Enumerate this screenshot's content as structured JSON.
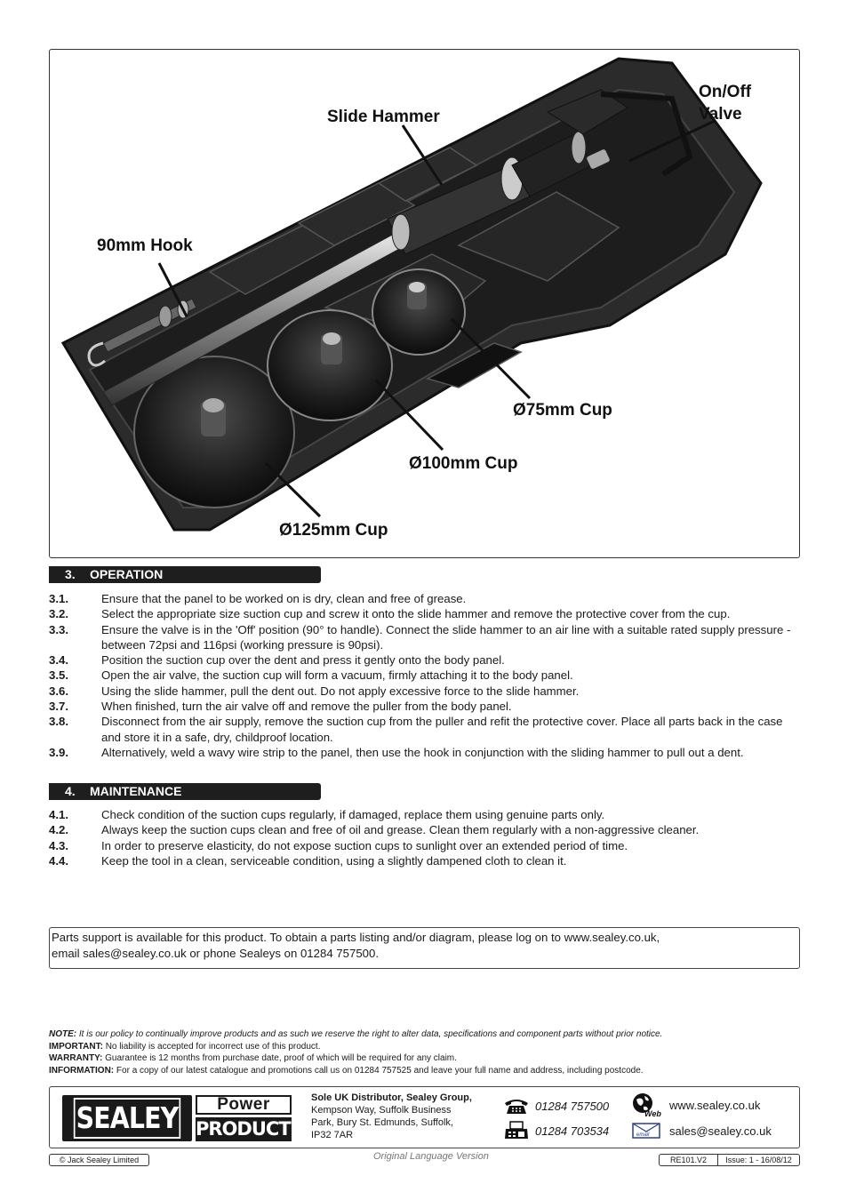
{
  "photo": {
    "labels": {
      "on_off_valve_line1": "On/Off",
      "on_off_valve_line2": "Valve",
      "slide_hammer": "Slide Hammer",
      "hook": "90mm Hook",
      "cup75": "Ø75mm Cup",
      "cup100": "Ø100mm Cup",
      "cup125": "Ø125mm Cup"
    }
  },
  "operation": {
    "heading_num": "3.",
    "heading": "OPERATION",
    "steps": [
      {
        "num": "3.1.",
        "text": "Ensure that the panel to be worked on is dry, clean and free of grease."
      },
      {
        "num": "3.2.",
        "text": "Select the appropriate size suction cup and screw it onto the slide hammer and remove the protective cover from the cup."
      },
      {
        "num": "3.3.",
        "text": "Ensure the valve is in the 'Off' position (90° to handle). Connect the slide hammer to an air line with a suitable rated supply pressure - between 72psi and 116psi (working pressure is 90psi)."
      },
      {
        "num": "3.4.",
        "text": "Position the suction cup over the dent and press it gently onto the body panel."
      },
      {
        "num": "3.5.",
        "text": "Open the air valve, the suction cup will form a vacuum, firmly attaching it to the body panel."
      },
      {
        "num": "3.6.",
        "text": "Using the slide hammer, pull the dent out. Do not apply excessive force to the slide hammer."
      },
      {
        "num": "3.7.",
        "text": "When finished, turn the air valve off and remove the puller from the body panel."
      },
      {
        "num": "3.8.",
        "text": "Disconnect from the air supply, remove the suction cup from the puller and refit the protective cover. Place all parts back in the case and store it in a safe, dry, childproof location."
      },
      {
        "num": "3.9.",
        "text": "Alternatively, weld a wavy wire strip to the panel, then use the hook in conjunction with the sliding hammer to pull out a dent."
      }
    ]
  },
  "maintenance": {
    "heading_num": "4.",
    "heading": "MAINTENANCE",
    "steps": [
      {
        "num": "4.1.",
        "text": "Check condition of the suction cups regularly, if damaged, replace them using genuine parts only."
      },
      {
        "num": "4.2.",
        "text": "Always keep the suction cups clean and free of oil and grease. Clean them regularly with a non-aggressive cleaner."
      },
      {
        "num": "4.3.",
        "text": "In order to preserve elasticity, do not expose suction cups to sunlight over an extended period of time."
      },
      {
        "num": "4.4.",
        "text": "Keep the tool in a clean, serviceable condition, using a slightly dampened cloth to clean it."
      }
    ]
  },
  "parts_support": {
    "line1": "Parts support is available for this product. To obtain a parts listing and/or diagram, please log on to www.sealey.co.uk,",
    "line2": "email sales@sealey.co.uk or phone Sealeys on 01284 757500."
  },
  "notes": {
    "note_label": "NOTE:",
    "note_text": "It is our policy to continually improve products and as such we reserve the right to alter data, specifications and component parts without prior notice.",
    "important_label": "IMPORTANT:",
    "important_text": "No liability is accepted for incorrect use of this product.",
    "warranty_label": "WARRANTY:",
    "warranty_text": "Guarantee is 12 months from purchase date, proof of which will be required for any claim.",
    "information_label": "INFORMATION:",
    "information_text": "For a copy of our latest catalogue and promotions call us on 01284 757525 and leave your full name and address, including postcode."
  },
  "footer": {
    "logo_sealey": "SEALEY",
    "logo_power": "Power",
    "logo_products": "PRODUCTS",
    "distributor_title": "Sole UK Distributor, Sealey Group,",
    "address1": "Kempson Way, Suffolk Business",
    "address2": "Park, Bury St. Edmunds, Suffolk,",
    "address3": "IP32 7AR",
    "phone": "01284 757500",
    "fax": "01284 703534",
    "web": "www.sealey.co.uk",
    "email": "sales@sealey.co.uk",
    "web_icon_label": "Web",
    "email_icon_label": "email",
    "copyright": "© Jack Sealey Limited",
    "original_language": "Original Language Version",
    "ref": "RE101.V2",
    "issue": "Issue: 1 - 16/08/12"
  }
}
